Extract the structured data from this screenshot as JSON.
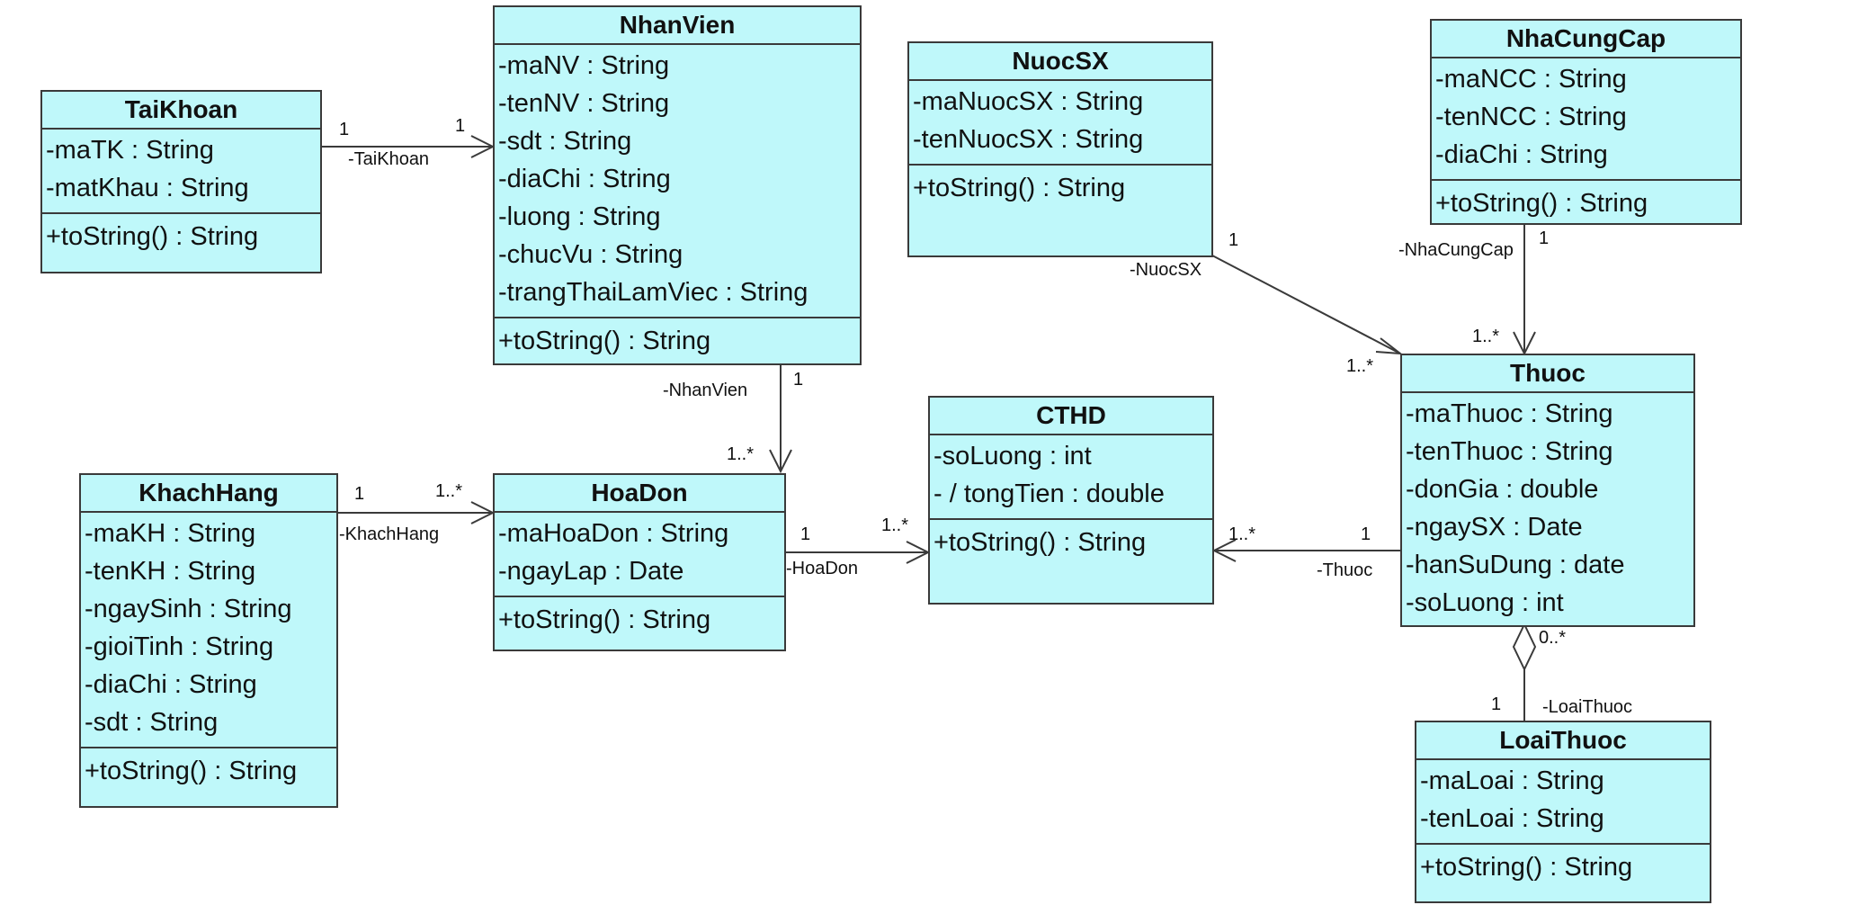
{
  "colors": {
    "class_fill": "#bff8fa",
    "class_border": "#3a3a3a",
    "line": "#3a3a3a"
  },
  "classes": {
    "taikhoan": {
      "name": "TaiKhoan",
      "attributes": [
        "-maTK : String",
        "-matKhau : String"
      ],
      "operations": [
        "+toString() : String"
      ]
    },
    "nhanvien": {
      "name": "NhanVien",
      "attributes": [
        "-maNV : String",
        "-tenNV : String",
        "-sdt : String",
        "-diaChi : String",
        "-luong : String",
        "-chucVu : String",
        "-trangThaiLamViec : String"
      ],
      "operations": [
        "+toString() : String"
      ]
    },
    "nuocsx": {
      "name": "NuocSX",
      "attributes": [
        "-maNuocSX : String",
        "-tenNuocSX : String"
      ],
      "operations": [
        "+toString() : String"
      ]
    },
    "nhacungcap": {
      "name": "NhaCungCap",
      "attributes": [
        "-maNCC : String",
        "-tenNCC : String",
        "-diaChi : String"
      ],
      "operations": [
        "+toString() : String"
      ]
    },
    "khachhang": {
      "name": "KhachHang",
      "attributes": [
        "-maKH : String",
        "-tenKH : String",
        "-ngaySinh : String",
        "-gioiTinh : String",
        "-diaChi : String",
        "-sdt : String"
      ],
      "operations": [
        "+toString() : String"
      ]
    },
    "hoadon": {
      "name": "HoaDon",
      "attributes": [
        "-maHoaDon : String",
        "-ngayLap : Date"
      ],
      "operations": [
        "+toString() : String"
      ]
    },
    "cthd": {
      "name": "CTHD",
      "attributes": [
        "-soLuong : int",
        "- / tongTien : double"
      ],
      "operations": [
        "+toString() : String"
      ]
    },
    "thuoc": {
      "name": "Thuoc",
      "attributes": [
        "-maThuoc : String",
        "-tenThuoc : String",
        "-donGia : double",
        "-ngaySX : Date",
        "-hanSuDung : date",
        "-soLuong : int"
      ],
      "operations": []
    },
    "loaithuoc": {
      "name": "LoaiThuoc",
      "attributes": [
        "-maLoai : String",
        "-tenLoai : String"
      ],
      "operations": [
        "+toString() : String"
      ]
    }
  },
  "associations": {
    "taikhoan_nhanvien": {
      "role": "-TaiKhoan",
      "source_mult": "1",
      "target_mult": "1"
    },
    "nhanvien_hoadon": {
      "role": "-NhanVien",
      "source_mult": "1",
      "target_mult": "1..*"
    },
    "khachhang_hoadon": {
      "role": "-KhachHang",
      "source_mult": "1",
      "target_mult": "1..*"
    },
    "hoadon_cthd": {
      "role": "-HoaDon",
      "source_mult": "1",
      "target_mult": "1..*"
    },
    "thuoc_cthd": {
      "role": "-Thuoc",
      "source_mult": "1",
      "target_mult": "1..*"
    },
    "nuocsx_thuoc": {
      "role": "-NuocSX",
      "source_mult": "1",
      "target_mult": "1..*"
    },
    "nhacungcap_thuoc": {
      "role": "-NhaCungCap",
      "source_mult": "1",
      "target_mult": "1..*"
    },
    "loaithuoc_thuoc": {
      "role": "-LoaiThuoc",
      "source_mult": "1",
      "target_mult": "0..*"
    }
  }
}
